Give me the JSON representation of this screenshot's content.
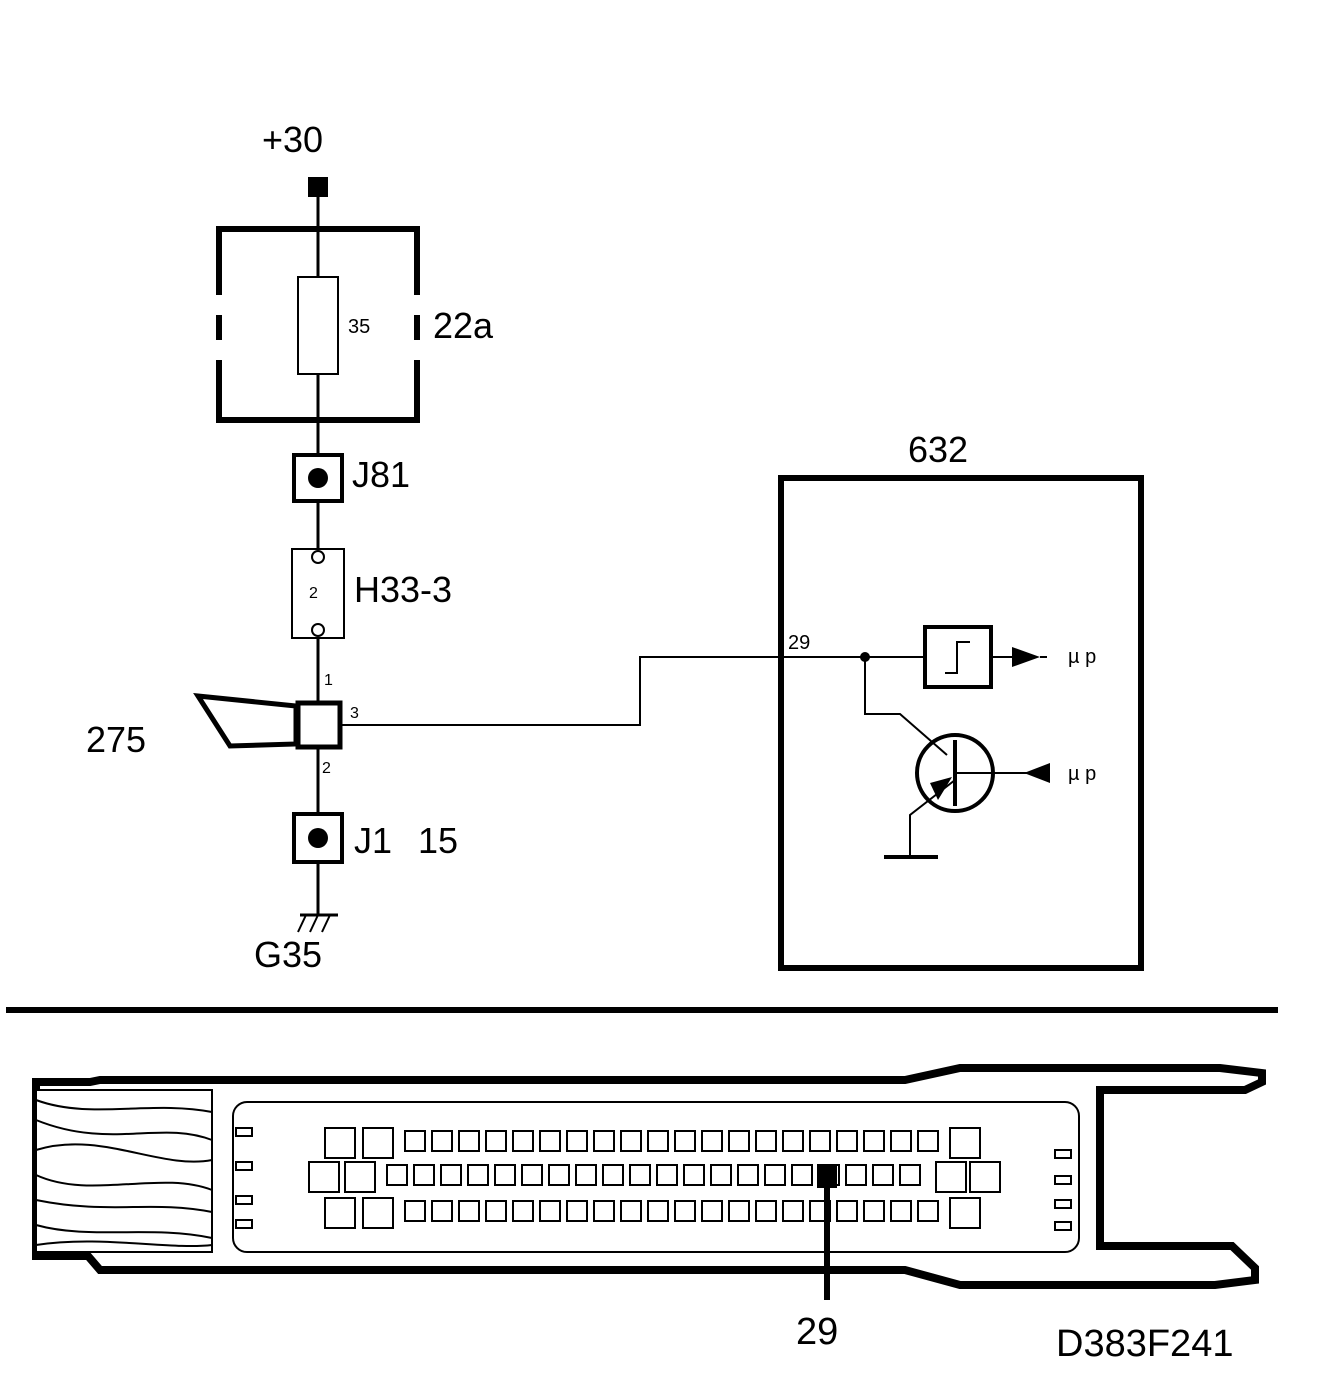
{
  "supply": {
    "label": "+30"
  },
  "fuse_box": {
    "label": "22a",
    "fuse_rating": "35"
  },
  "connectors": {
    "j81": {
      "label": "J81"
    },
    "h33": {
      "label": "H33-3",
      "pin": "2"
    },
    "j1": {
      "label": "J1",
      "pin": "15"
    }
  },
  "component_275": {
    "label": "275",
    "pin_top": "1",
    "pin_out": "3",
    "pin_bottom": "2"
  },
  "ground": {
    "label": "G35"
  },
  "module_632": {
    "label": "632",
    "pin": "29",
    "output_label": "µ p",
    "input_label": "µ p"
  },
  "connector_view": {
    "pin_callout": "29"
  },
  "figure_id": "D383F241"
}
